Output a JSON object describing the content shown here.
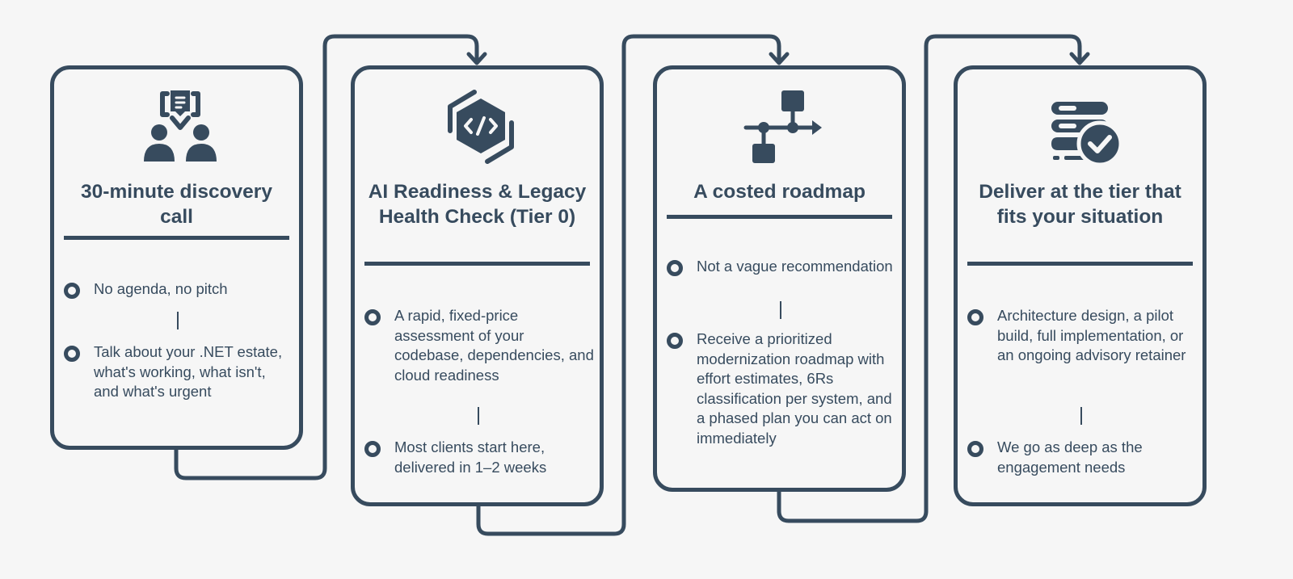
{
  "colors": {
    "primary": "#374b5e",
    "background": "#f6f6f6"
  },
  "steps": [
    {
      "icon": "discovery-call-icon",
      "title": "30-minute discovery call",
      "bullets": [
        "No agenda, no pitch",
        "Talk about your .NET estate, what's working, what isn't, and what's urgent"
      ]
    },
    {
      "icon": "code-hexagon-icon",
      "title": "AI Readiness & Legacy Health Check (Tier 0)",
      "bullets": [
        "A rapid, fixed-price assessment of your codebase, dependencies, and cloud readiness",
        "Most clients start here, delivered in 1–2 weeks"
      ]
    },
    {
      "icon": "roadmap-flow-icon",
      "title": "A costed roadmap",
      "bullets": [
        "Not a vague recommendation",
        "Receive a prioritized modernization roadmap with effort estimates, 6Rs classification per system, and a phased plan you can act on immediately"
      ]
    },
    {
      "icon": "server-check-icon",
      "title": "Deliver at the tier that fits your situation",
      "bullets": [
        "Architecture design, a pilot build, full implementation, or an ongoing advisory retainer",
        "We go as deep as the engagement needs"
      ]
    }
  ]
}
